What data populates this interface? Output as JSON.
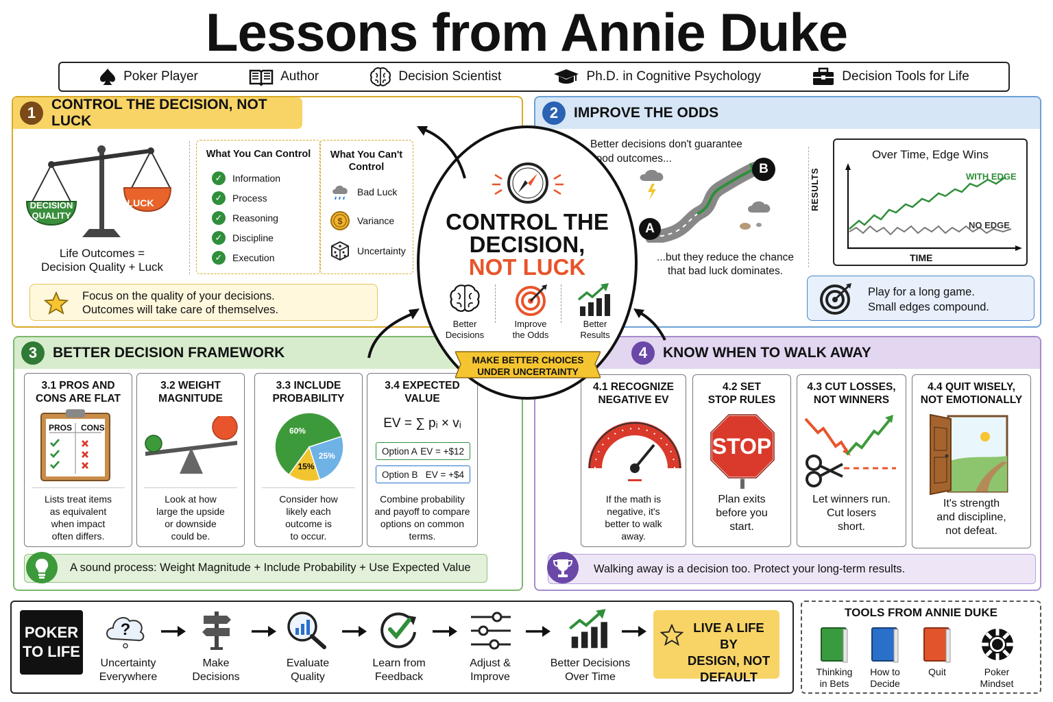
{
  "title": "Lessons from Annie Duke",
  "roles": [
    {
      "label": "Poker Player",
      "icon": "spade-icon"
    },
    {
      "label": "Author",
      "icon": "book-icon"
    },
    {
      "label": "Decision Scientist",
      "icon": "brain-icon"
    },
    {
      "label": "Ph.D. in Cognitive Psychology",
      "icon": "graduation-cap-icon"
    },
    {
      "label": "Decision Tools for Life",
      "icon": "toolbox-icon"
    }
  ],
  "section1": {
    "number": "1",
    "title": "CONTROL THE DECISION, NOT LUCK",
    "scale_left": "DECISION QUALITY",
    "scale_right": "LUCK",
    "equation_line1": "Life Outcomes =",
    "equation_line2": "Decision Quality + Luck",
    "can_control_title": "What You Can Control",
    "can_control": [
      "Information",
      "Process",
      "Reasoning",
      "Discipline",
      "Execution"
    ],
    "cant_control_title_1": "What You Can't",
    "cant_control_title_2": "Control",
    "cant_control": [
      {
        "label": "Bad Luck",
        "icon": "rain-cloud-icon"
      },
      {
        "label": "Variance",
        "icon": "coin-icon"
      },
      {
        "label": "Uncertainty",
        "icon": "dice-icon"
      }
    ],
    "focus_line1": "Focus on the quality of your decisions.",
    "focus_line2": "Outcomes will take care of themselves."
  },
  "section2": {
    "number": "2",
    "title": "IMPROVE THE ODDS",
    "text_top_1": "Better decisions don't guarantee",
    "text_top_2": "good outcomes...",
    "text_bottom_1": "...but they reduce the chance",
    "text_bottom_2": "that bad luck dominates.",
    "point_a": "A",
    "point_b": "B",
    "chart": {
      "title": "Over Time, Edge Wins",
      "ylabel": "RESULTS",
      "xlabel": "TIME",
      "series": [
        "WITH EDGE",
        "NO EDGE"
      ]
    },
    "long_game_1": "Play for a long game.",
    "long_game_2": "Small edges compound."
  },
  "center": {
    "line1": "CONTROL THE",
    "line2": "DECISION,",
    "line3": "NOT LUCK",
    "items": [
      {
        "line1": "Better",
        "line2": "Decisions",
        "icon": "brain-icon"
      },
      {
        "line1": "Improve",
        "line2": "the Odds",
        "icon": "target-icon"
      },
      {
        "line1": "Better",
        "line2": "Results",
        "icon": "growth-chart-icon"
      }
    ],
    "banner_1": "MAKE BETTER CHOICES",
    "banner_2": "UNDER UNCERTAINTY"
  },
  "section3": {
    "number": "3",
    "title": "BETTER DECISION FRAMEWORK",
    "cards": [
      {
        "title_1": "3.1 PROS AND",
        "title_2": "CONS ARE FLAT",
        "desc": [
          "Lists treat items",
          "as equivalent",
          "when impact",
          "often differs."
        ]
      },
      {
        "title_1": "3.2 WEIGHT",
        "title_2": "MAGNITUDE",
        "desc": [
          "Look at how",
          "large the upside",
          "or downside",
          "could be."
        ]
      },
      {
        "title_1": "3.3 INCLUDE",
        "title_2": "PROBABILITY",
        "desc": [
          "Consider how",
          "likely each",
          "outcome is",
          "to occur."
        ]
      },
      {
        "title_1": "3.4 EXPECTED",
        "title_2": "VALUE",
        "desc": [
          "Combine probability",
          "and payoff to compare",
          "options on common",
          "terms."
        ]
      }
    ],
    "pros": "PROS",
    "cons": "CONS",
    "pie": [
      {
        "label": "60%",
        "value": 60,
        "color": "#3d9a3a"
      },
      {
        "label": "25%",
        "value": 25,
        "color": "#6fb2e6"
      },
      {
        "label": "15%",
        "value": 15,
        "color": "#f2c530"
      }
    ],
    "ev_formula": "EV = ∑ pᵢ × vᵢ",
    "options": [
      {
        "name": "Option A",
        "ev": "EV = +$12"
      },
      {
        "name": "Option B",
        "ev": "EV = +$4"
      }
    ],
    "sound_process": "A sound process: Weight Magnitude + Include Probability + Use Expected Value"
  },
  "section4": {
    "number": "4",
    "title": "KNOW WHEN TO WALK AWAY",
    "cards": [
      {
        "title_1": "4.1 RECOGNIZE",
        "title_2": "NEGATIVE EV",
        "desc": [
          "If the math is",
          "negative, it's",
          "better to walk",
          "away."
        ]
      },
      {
        "title_1": "4.2 SET",
        "title_2": "STOP RULES",
        "desc": [
          "Plan exits",
          "before you",
          "start."
        ]
      },
      {
        "title_1": "4.3 CUT LOSSES,",
        "title_2": "NOT WINNERS",
        "desc": [
          "Let winners run.",
          "Cut losers",
          "short."
        ]
      },
      {
        "title_1": "4.4 QUIT WISELY,",
        "title_2": "NOT EMOTIONALLY",
        "desc": [
          "It's strength",
          "and discipline,",
          "not defeat."
        ]
      }
    ],
    "stop": "STOP",
    "walking_away": "Walking away is a decision too. Protect your long-term results."
  },
  "flow": {
    "badge_1": "POKER",
    "badge_2": "TO LIFE",
    "steps": [
      {
        "line1": "Uncertainty",
        "line2": "Everywhere",
        "icon": "question-cloud-icon"
      },
      {
        "line1": "Make",
        "line2": "Decisions",
        "icon": "signpost-icon"
      },
      {
        "line1": "Evaluate",
        "line2": "Quality",
        "icon": "magnifier-chart-icon"
      },
      {
        "line1": "Learn from",
        "line2": "Feedback",
        "icon": "feedback-check-icon"
      },
      {
        "line1": "Adjust &",
        "line2": "Improve",
        "icon": "sliders-icon"
      },
      {
        "line1": "Better Decisions",
        "line2": "Over Time",
        "icon": "growth-chart-icon"
      }
    ],
    "final_1": "LIVE A LIFE BY",
    "final_2": "DESIGN, NOT",
    "final_3": "DEFAULT"
  },
  "tools": {
    "title": "TOOLS FROM ANNIE DUKE",
    "items": [
      {
        "line1": "Thinking",
        "line2": "in Bets",
        "color": "#3a9a3e"
      },
      {
        "line1": "How to",
        "line2": "Decide",
        "color": "#2a6fc9"
      },
      {
        "line1": "Quit",
        "line2": "",
        "color": "#e2542b"
      },
      {
        "line1": "Poker",
        "line2": "Mindset",
        "color": "#111111"
      }
    ]
  }
}
